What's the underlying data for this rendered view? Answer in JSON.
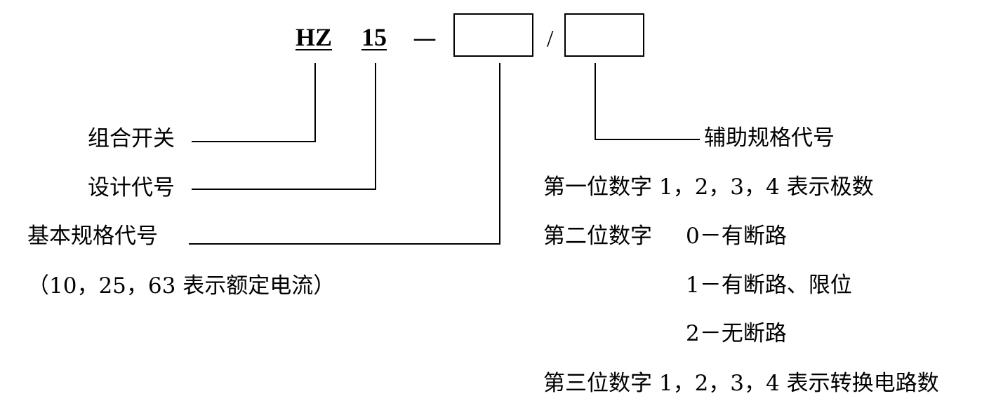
{
  "header": {
    "prefix": "HZ",
    "design_no": "15",
    "dash": "—",
    "slash": "/"
  },
  "left": {
    "item1": "组合开关",
    "item2": "设计代号",
    "item3": "基本规格代号",
    "item3_note": "（10，25，63 表示额定电流）"
  },
  "right": {
    "title": "辅助规格代号",
    "line1": "第一位数字 1，2，3，4 表示极数",
    "line2_label": "第二位数字",
    "line2_opt0": "0－有断路",
    "line2_opt1": "1－有断路、限位",
    "line2_opt2": "2－无断路",
    "line3": "第三位数字 1，2，3，4 表示转换电路数"
  }
}
